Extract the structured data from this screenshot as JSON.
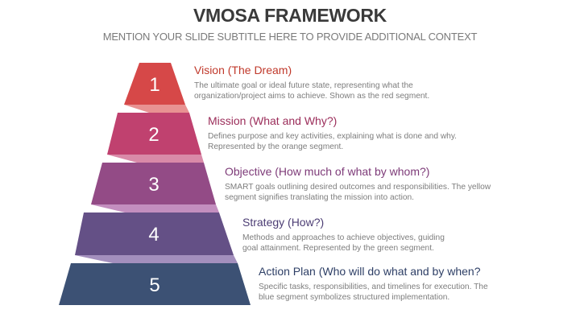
{
  "header": {
    "title": "VMOSA FRAMEWORK",
    "subtitle": "MENTION YOUR SLIDE SUBTITLE HERE TO PROVIDE ADDITIONAL CONTEXT"
  },
  "levels": [
    {
      "number": "1",
      "title": "Vision (The Dream)",
      "description": "The ultimate goal or ideal future state, representing what the organization/project aims to achieve. Shown as the red segment.",
      "segment_color": "#D64848",
      "connector_color": "#E89292",
      "title_color": "#C0392B"
    },
    {
      "number": "2",
      "title": "Mission (What and Why?)",
      "description": "Defines purpose and key activities, explaining what is done and why. Represented by the orange segment.",
      "segment_color": "#C0416F",
      "connector_color": "#D98AA8",
      "title_color": "#9B2D5A"
    },
    {
      "number": "3",
      "title": "Objective (How much of what by whom?)",
      "description": "SMART goals outlining desired outcomes and responsibilities. The yellow segment signifies translating the mission into action.",
      "segment_color": "#934B86",
      "connector_color": "#C38EBF",
      "title_color": "#7D3A78"
    },
    {
      "number": "4",
      "title": "Strategy (How?)",
      "description": "Methods and approaches to achieve objectives, guiding goal attainment. Represented by the green segment.",
      "segment_color": "#645086",
      "connector_color": "#A38FBD",
      "title_color": "#4C3D74"
    },
    {
      "number": "5",
      "title": "Action Plan (Who will do what and by when?",
      "description": "Specific tasks, responsibilities, and timelines for execution. The blue segment symbolizes structured implementation.",
      "segment_color": "#3C5174",
      "connector_color": null,
      "title_color": "#2E3F66"
    }
  ]
}
